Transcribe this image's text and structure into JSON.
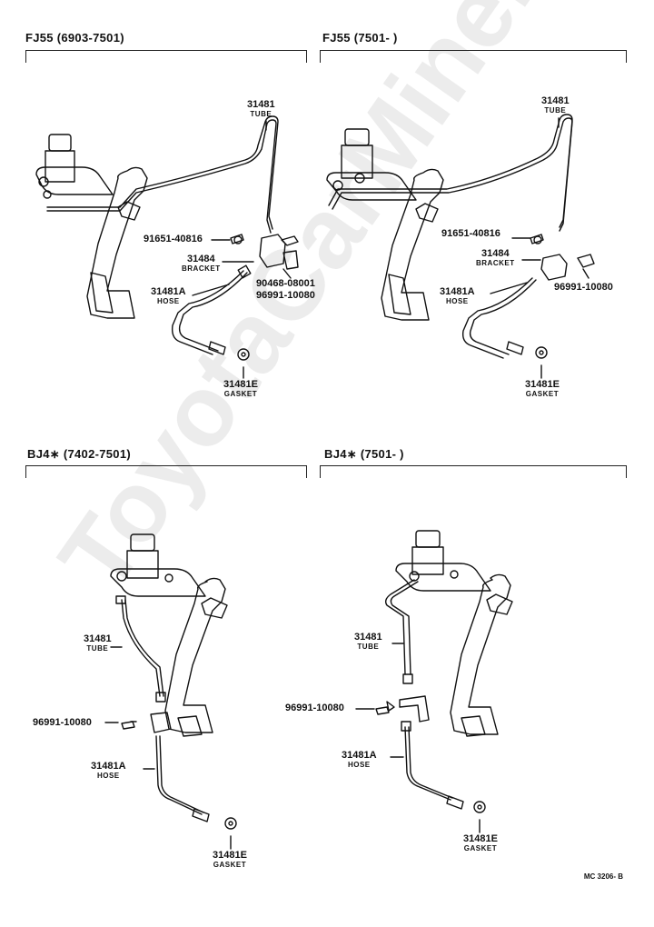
{
  "panels": [
    {
      "title": "FJ55 (6903-7501)",
      "callouts": {
        "tube": {
          "num": "31481",
          "lbl": "TUBE"
        },
        "bolt": {
          "num": "91651-40816",
          "lbl": ""
        },
        "bracket": {
          "num": "31484",
          "lbl": "BRACKET"
        },
        "clip1": {
          "num": "90468-08001",
          "lbl": ""
        },
        "clip2": {
          "num": "96991-10080",
          "lbl": ""
        },
        "hose": {
          "num": "31481A",
          "lbl": "HOSE"
        },
        "gasket": {
          "num": "31481E",
          "lbl": "GASKET"
        }
      }
    },
    {
      "title": "FJ55 (7501-      )",
      "callouts": {
        "tube": {
          "num": "31481",
          "lbl": "TUBE"
        },
        "bolt": {
          "num": "91651-40816",
          "lbl": ""
        },
        "bracket": {
          "num": "31484",
          "lbl": "BRACKET"
        },
        "clip2": {
          "num": "96991-10080",
          "lbl": ""
        },
        "hose": {
          "num": "31481A",
          "lbl": "HOSE"
        },
        "gasket": {
          "num": "31481E",
          "lbl": "GASKET"
        }
      }
    },
    {
      "title": "BJ4∗ (7402-7501)",
      "callouts": {
        "tube": {
          "num": "31481",
          "lbl": "TUBE"
        },
        "clip2": {
          "num": "96991-10080",
          "lbl": ""
        },
        "hose": {
          "num": "31481A",
          "lbl": "HOSE"
        },
        "gasket": {
          "num": "31481E",
          "lbl": "GASKET"
        }
      }
    },
    {
      "title": "BJ4∗ (7501-      )",
      "callouts": {
        "tube": {
          "num": "31481",
          "lbl": "TUBE"
        },
        "clip2": {
          "num": "96991-10080",
          "lbl": ""
        },
        "hose": {
          "num": "31481A",
          "lbl": "HOSE"
        },
        "gasket": {
          "num": "31481E",
          "lbl": "GASKET"
        }
      }
    }
  ],
  "watermark": "ToyotaCarMine.ru",
  "footer_code": "MC 3206- B",
  "colors": {
    "ink": "#111111",
    "paper": "#ffffff"
  }
}
